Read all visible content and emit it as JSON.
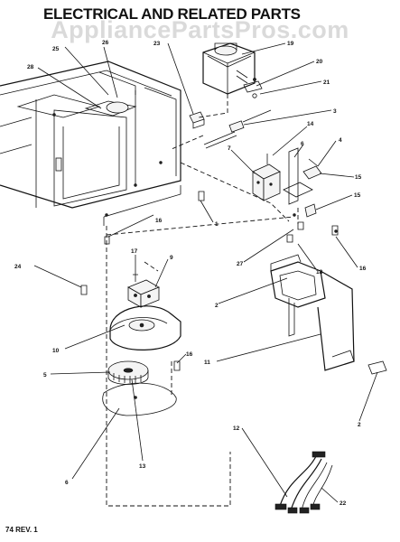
{
  "header": {
    "title": "ELECTRICAL AND RELATED PARTS"
  },
  "watermark": {
    "text": "AppliancePartsPros.com"
  },
  "footer": {
    "code": "74 REV. 1"
  },
  "callouts": {
    "c1": "1",
    "c2a": "2",
    "c2b": "2",
    "c3": "3",
    "c4": "4",
    "c5": "5",
    "c6a": "6",
    "c6b": "6",
    "c7": "7",
    "c9": "9",
    "c10": "10",
    "c11": "11",
    "c12": "12",
    "c13": "13",
    "c14": "14",
    "c15a": "15",
    "c15b": "15",
    "c16a": "16",
    "c16b": "16",
    "c16c": "16",
    "c17": "17",
    "c18": "18",
    "c19": "19",
    "c20": "20",
    "c21": "21",
    "c22": "22",
    "c23": "23",
    "c24": "24",
    "c25": "25",
    "c26": "26",
    "c27": "27",
    "c28": "28"
  }
}
